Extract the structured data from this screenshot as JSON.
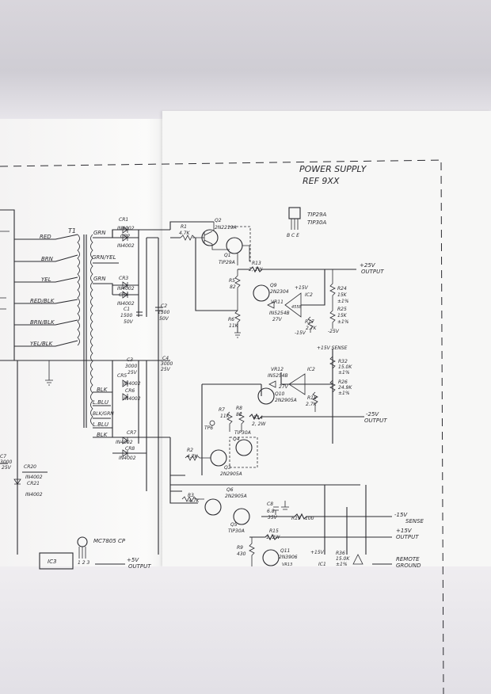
{
  "title": {
    "line1": "POWER SUPPLY",
    "line2": "REF 9XX"
  },
  "transformer": {
    "name": "T1"
  },
  "wire_colors_primary": [
    "RED",
    "BRN",
    "YEL",
    "RED/BLK",
    "BRN/BLK",
    "YEL/BLK"
  ],
  "wire_colors_secondary_top": [
    "GRN",
    "GRN/YEL",
    "GRN"
  ],
  "wire_colors_secondary_bottom": [
    "BLK",
    "L.BLU",
    "BLK/GRN",
    "L.BLU",
    "BLK"
  ],
  "diodes": {
    "cr1": "CR1",
    "cr1_part": "IN4002",
    "cr2": "CR2",
    "cr2_part": "IN4002",
    "cr3": "CR3",
    "cr3_part": "IN4002",
    "cr4": "CR4",
    "cr4_part": "IN4002",
    "cr5": "CR5",
    "cr5_part": "IN4002",
    "cr6": "CR6",
    "cr6_part": "IN4002",
    "cr7": "CR7",
    "cr7_part": "IN4002",
    "cr8": "CR8",
    "cr8_part": "IN4002",
    "cr20": "CR20",
    "cr20_part": "IN4002",
    "cr21": "CR21",
    "cr21_part": "IN4002"
  },
  "caps": {
    "c1": "C1",
    "c1_val": "1500",
    "c1_v": "50V",
    "c2": "C2",
    "c2_val": "1500",
    "c2_v": "50V",
    "c3": "C3",
    "c3_val": "3000",
    "c3_v": "25V",
    "c4": "C4",
    "c4_val": "3000",
    "c4_v": "25V",
    "c7": "C7",
    "c7_val": "3000",
    "c7_v": "25V",
    "c8": "C8",
    "c8_val": "6.8",
    "c8_v": "35V"
  },
  "transistors": {
    "q1": "Q1",
    "q1_part": "TIP29A",
    "q2": "Q2",
    "q2_part": "2N2219A",
    "q3": "Q3",
    "q3_part": "2N2905A",
    "q4": "Q4",
    "q4_part": "TIP30A",
    "q5": "Q5",
    "q5_part": "TIP30A",
    "q6": "Q6",
    "q6_part": "2N2905A",
    "q9": "Q9",
    "q9_part": "2N2304",
    "q10": "Q10",
    "q10_part": "2N2905A",
    "q11": "Q11",
    "q11_part": "2N3906"
  },
  "resistors": {
    "r1": "R1",
    "r1_val": "4.7K",
    "r2": "R2",
    "r2_val": "4.7K",
    "r3": "R3",
    "r3_val": "4.7K",
    "r5": "R5",
    "r5_val": "82",
    "r6": "R6",
    "r6_val": "11K",
    "r7": "R7",
    "r7_val": "11K",
    "r8": "R8",
    "r8_val": "82",
    "r9": "R9",
    "r9_val": "430",
    "r13": "R13",
    "r13_val": "2, 2W",
    "r14": "R14",
    "r14_val": "2, 2W",
    "r15": "R15",
    "r15_val": "1, 2W",
    "r17": "R17",
    "r17_val": "2.7K",
    "r18": "R18",
    "r18_val": "2.7K",
    "r19": "R19",
    "r19_val": "100",
    "r24": "R24",
    "r24_val": "15K",
    "r24_tol": "±1%",
    "r25": "R25",
    "r25_val": "15K",
    "r25_tol": "±1%",
    "r26": "R26",
    "r26_val": "24.9K",
    "r26_tol": "±1%",
    "r32": "R32",
    "r32_val": "15.0K",
    "r32_tol": "±1%",
    "r36": "R36",
    "r36_val": "15.0K",
    "r36_tol": "±1%"
  },
  "ics": {
    "ic2": "IC2",
    "ic2_part": "4558",
    "ic3": "IC3",
    "reg_part": "MC7805 CP",
    "reg_pins": "1 2 3",
    "ic1": "IC1"
  },
  "zeners": {
    "vr11": "VR11",
    "vr11_part": "IN5254B",
    "vr11_v": "27V",
    "vr12": "VR12",
    "vr12_part": "IN5254B",
    "vr12_v": "27V",
    "vr13": "VR13"
  },
  "pinout": {
    "label": "TIP29A",
    "label2": "TIP30A",
    "pins": "B C E"
  },
  "outputs": {
    "p25": "+25V",
    "p25_sub": "OUTPUT",
    "m25": "-25V",
    "m25_sub": "OUTPUT",
    "m15s": "-15V",
    "m15s_sub": "SENSE",
    "p15": "+15V",
    "p15_sub": "OUTPUT",
    "p5": "+5V",
    "p5_sub": "OUTPUT",
    "remote": "REMOTE",
    "remote_sub": "GROUND",
    "tp6": "TP6",
    "p15v_sense": "+15V SENSE",
    "p15v": "+15V",
    "m15v": "-15V",
    "m25v": "-25V",
    "p25v": "+25V"
  }
}
